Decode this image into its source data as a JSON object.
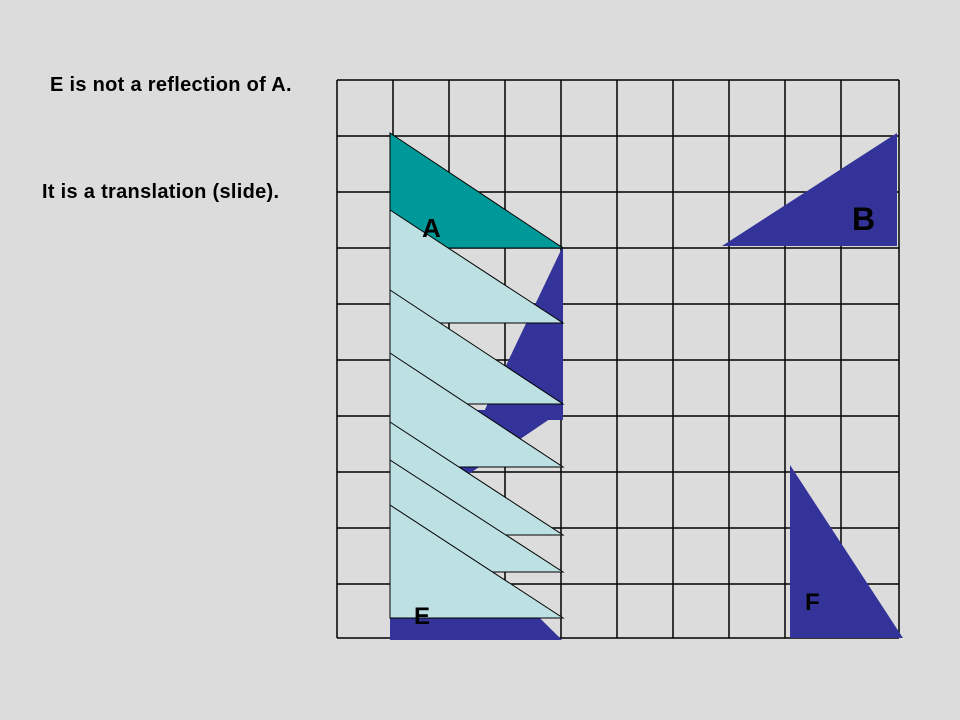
{
  "slide": {
    "note_main": "E is not a reflection of A.",
    "note_sub": "It is a translation (slide)."
  },
  "shape_labels": {
    "A": "A",
    "B": "B",
    "E": "E",
    "F": "F"
  },
  "colors": {
    "background": "#dcdcdc",
    "grid_line": "#000000",
    "original_triangle": "#009999",
    "navy_triangle": "#333399",
    "translation_ghost": "#bde0e3"
  }
}
